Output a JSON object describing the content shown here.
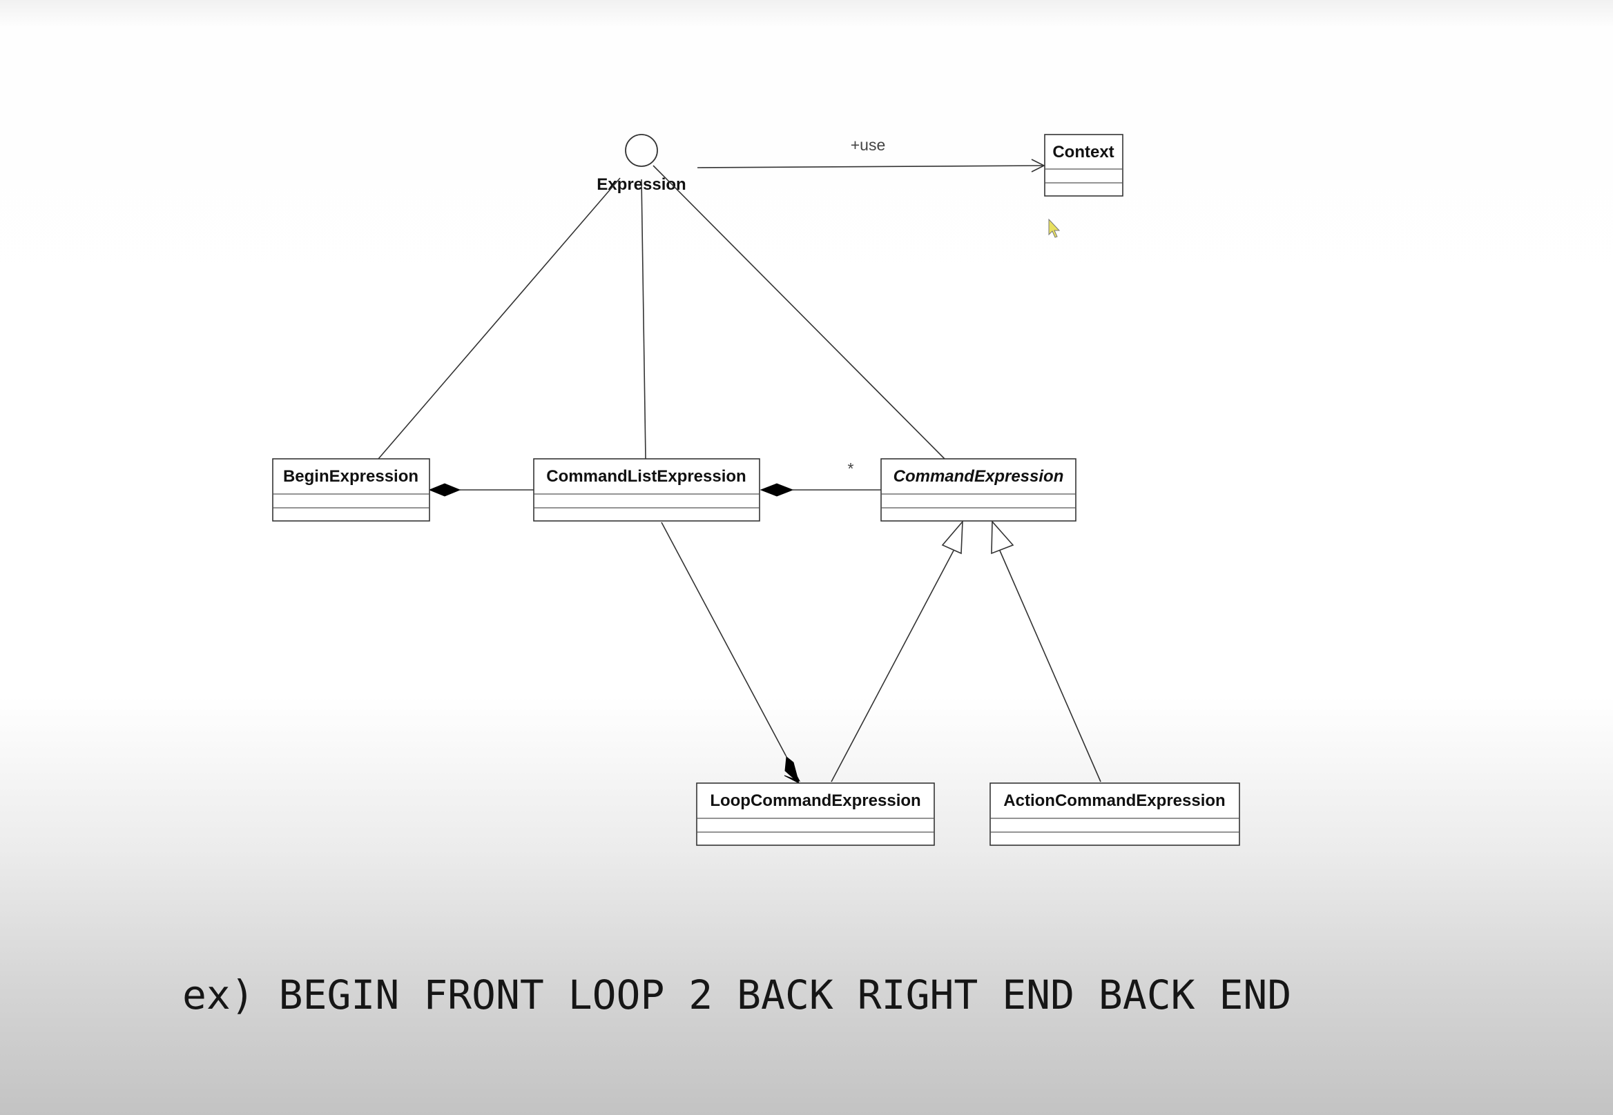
{
  "diagram": {
    "interface": {
      "label": "Expression"
    },
    "classes": {
      "context": {
        "name": "Context",
        "italic": false
      },
      "begin": {
        "name": "BeginExpression",
        "italic": false
      },
      "command_list": {
        "name": "CommandListExpression",
        "italic": false
      },
      "command": {
        "name": "CommandExpression",
        "italic": true
      },
      "loop_command": {
        "name": "LoopCommandExpression",
        "italic": false
      },
      "action_command": {
        "name": "ActionCommandExpression",
        "italic": false
      }
    },
    "relations": {
      "use_label": "+use",
      "multiplicity": "*"
    }
  },
  "caption": {
    "text": "ex) BEGIN FRONT LOOP 2 BACK RIGHT END BACK END"
  },
  "cursor": {
    "icon": "mouse-pointer-icon",
    "color": "#e8e060"
  }
}
